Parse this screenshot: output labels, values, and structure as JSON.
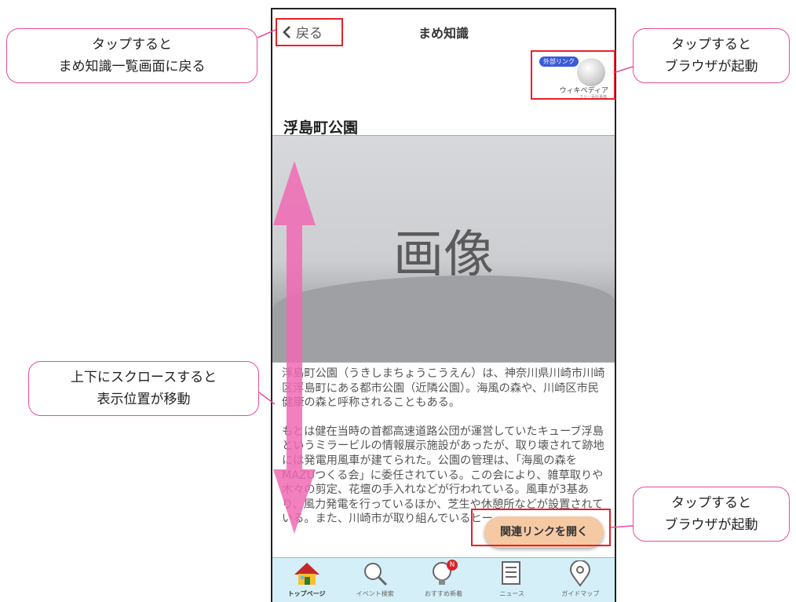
{
  "header": {
    "back_label": "戻る",
    "title": "まめ知識"
  },
  "wiki": {
    "tag": "外部リンク",
    "name": "ウィキペディア",
    "sub": "フリー百科事典"
  },
  "article": {
    "title": "浮島町公園",
    "image_placeholder": "画像",
    "paragraphs": [
      "浮島町公園（うきしまちょうこうえん）は、神奈川県川崎市川崎区浮島町にある都市公園（近隣公園）。海風の森や、川崎区市民健康の森と呼称されることもある。",
      "もとは健在当時の首都高速道路公団が運営していたキューブ浮島というミラービルの情報展示施設があったが、取り壊されて跡地には発電用風車が建てられた。公園の管理は、「海風の森をMAZUつくる会」に委任されている。この会により、雑草取りや木々の剪定、花壇の手入れなどが行われている。風車が3基あり、風力発電を行っているほか、芝生や休憩所などが設置されている。また、川崎市が取り組んでいるヒー"
    ]
  },
  "related_button": "関連リンクを開く",
  "tabs": [
    {
      "label": "トップページ",
      "icon": "home-icon"
    },
    {
      "label": "イベント検索",
      "icon": "search-icon"
    },
    {
      "label": "おすすめ新着",
      "icon": "lightbulb-icon",
      "badge": "N"
    },
    {
      "label": "ニュース",
      "icon": "news-icon"
    },
    {
      "label": "ガイドマップ",
      "icon": "map-pin-icon"
    }
  ],
  "callouts": {
    "back": {
      "line1": "タップすると",
      "line2": "まめ知識一覧画面に戻る"
    },
    "wiki": {
      "line1": "タップすると",
      "line2": "ブラウザが起動"
    },
    "scroll": {
      "line1": "上下にスクロースすると",
      "line2": "表示位置が移動"
    },
    "related": {
      "line1": "タップすると",
      "line2": "ブラウザが起動"
    }
  },
  "colors": {
    "accent_pink": "#f06ab4",
    "highlight_red": "#e8202a",
    "tabbar_bg": "#d4eff8",
    "button_bg": "#f4c9a4"
  }
}
